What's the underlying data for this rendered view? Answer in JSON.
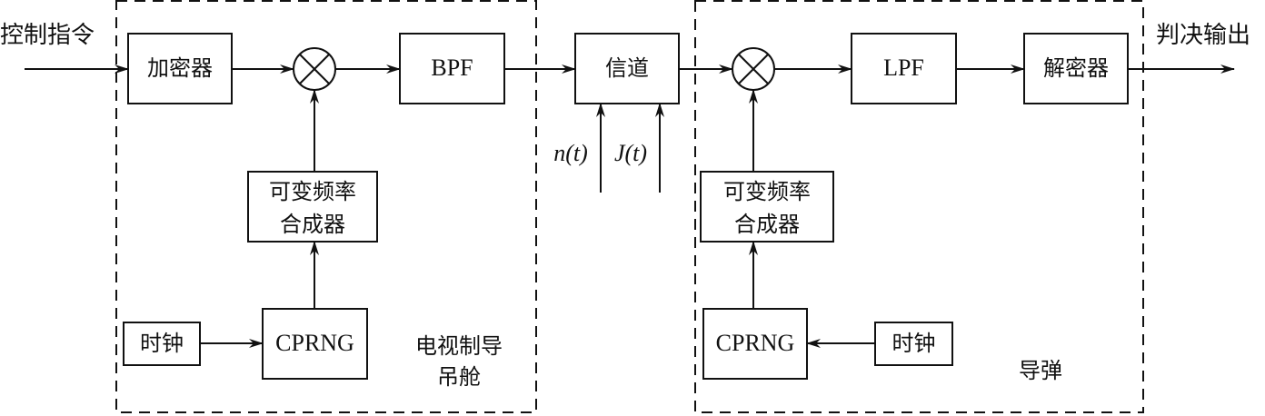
{
  "title": "电视制导指令加密跳频通信系统框图",
  "input_label": "控制指令",
  "output_label": "判决输出",
  "transmitter": {
    "group_label_line1": "电视制导",
    "group_label_line2": "吊舱",
    "encryptor": "加密器",
    "mixer": "multiplier",
    "bpf": "BPF",
    "synth_line1": "可变频率",
    "synth_line2": "合成器",
    "prng": "CPRNG",
    "clock": "时钟"
  },
  "channel": {
    "label": "信道",
    "noise": "n(t)",
    "jamming": "J(t)"
  },
  "receiver": {
    "group_label": "导弹",
    "mixer": "multiplier",
    "lpf": "LPF",
    "decryptor": "解密器",
    "synth_line1": "可变频率",
    "synth_line2": "合成器",
    "prng": "CPRNG",
    "clock": "时钟"
  }
}
